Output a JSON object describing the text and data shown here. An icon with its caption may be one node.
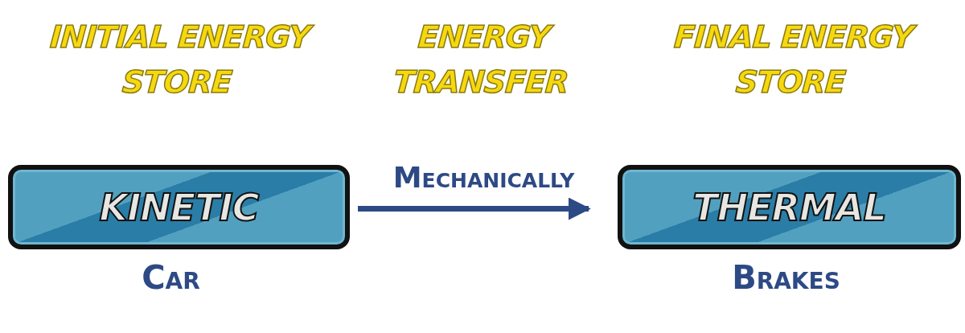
{
  "diagram": {
    "nodes": [
      {
        "text": [
          "KINETIC"
        ],
        "beside": [
          "Car"
        ]
      },
      {
        "text": [
          "THERMAL"
        ],
        "beside": [
          "Brakes"
        ]
      }
    ],
    "edges": [
      {
        "from": 0,
        "to": 1,
        "arrow": "to",
        "label": "Mechanically"
      }
    ],
    "labels": [
      "INITIAL ENERGY STORE",
      "ENERGY TRANSFER",
      "FINAL ENERGY STORE"
    ]
  }
}
